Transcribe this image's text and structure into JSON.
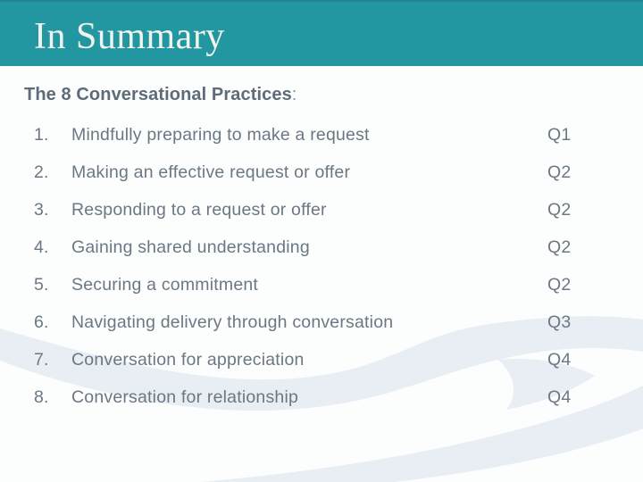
{
  "slide": {
    "header": {
      "title": "In Summary"
    },
    "subtitle": {
      "text": "The 8 Conversational Practices",
      "colon": ":"
    },
    "practices": [
      {
        "num": "1.",
        "label": "Mindfully preparing to make a request",
        "quarter": "Q1"
      },
      {
        "num": "2.",
        "label": "Making an effective request or offer",
        "quarter": "Q2"
      },
      {
        "num": "3.",
        "label": "Responding to a request or offer",
        "quarter": "Q2"
      },
      {
        "num": "4.",
        "label": "Gaining shared understanding",
        "quarter": "Q2"
      },
      {
        "num": "5.",
        "label": "Securing a commitment",
        "quarter": "Q2"
      },
      {
        "num": "6.",
        "label": "Navigating delivery through conversation",
        "quarter": "Q3"
      },
      {
        "num": "7.",
        "label": "Conversation for appreciation",
        "quarter": "Q4"
      },
      {
        "num": "8.",
        "label": "Conversation for relationship",
        "quarter": "Q4"
      }
    ],
    "colors": {
      "header_teal": "#2397a1",
      "header_top_edge": "#1f858e",
      "title_text": "#eff3ec",
      "subtitle_text": "#5e6c79",
      "subtitle_colon": "#8a939b",
      "body_text": "#6b7884",
      "watermark": "#e9eef4",
      "background": "#fcfdfd"
    }
  }
}
